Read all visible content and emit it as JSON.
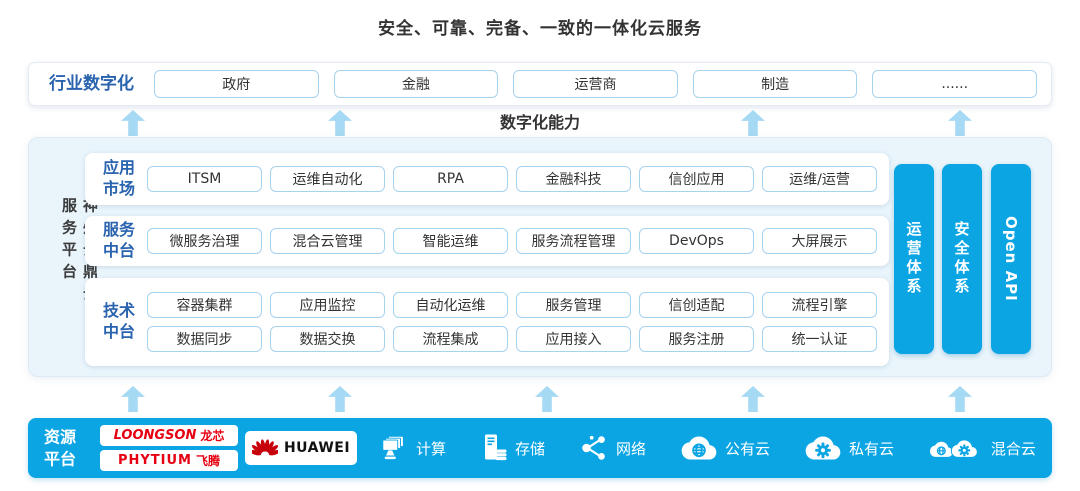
{
  "title": "安全、可靠、完备、一致的一体化云服务",
  "industry_row": {
    "label": "行业数字化",
    "items": [
      "政府",
      "金融",
      "运营商",
      "制造",
      "......"
    ]
  },
  "digital_capability_label": "数字化能力",
  "platform": {
    "side_label": "神州云鼎云服务平台",
    "rows": [
      {
        "label_lines": [
          "应用",
          "市场"
        ],
        "item_rows": [
          [
            "ITSM",
            "运维自动化",
            "RPA",
            "金融科技",
            "信创应用",
            "运维/运营"
          ]
        ]
      },
      {
        "label_lines": [
          "服务",
          "中台"
        ],
        "item_rows": [
          [
            "微服务治理",
            "混合云管理",
            "智能运维",
            "服务流程管理",
            "DevOps",
            "大屏展示"
          ]
        ]
      },
      {
        "label_lines": [
          "技术",
          "中台"
        ],
        "item_rows": [
          [
            "容器集群",
            "应用监控",
            "自动化运维",
            "服务管理",
            "信创适配",
            "流程引擎"
          ],
          [
            "数据同步",
            "数据交换",
            "流程集成",
            "应用接入",
            "服务注册",
            "统一认证"
          ]
        ]
      }
    ],
    "pillars": [
      "运营体系",
      "安全体系",
      "Open API"
    ]
  },
  "resource_platform": {
    "label_lines": [
      "资源",
      "平台"
    ],
    "vendors": [
      {
        "brand": "LOONGSON",
        "suffix": "龙芯"
      },
      {
        "brand": "PHYTIUM",
        "suffix": "飞腾"
      },
      {
        "brand": "HUAWEI",
        "suffix": ""
      }
    ],
    "resources": [
      {
        "icon": "compute-icon",
        "label": "计算"
      },
      {
        "icon": "storage-icon",
        "label": "存储"
      },
      {
        "icon": "network-icon",
        "label": "网络"
      },
      {
        "icon": "public-cloud-icon",
        "label": "公有云"
      },
      {
        "icon": "private-cloud-icon",
        "label": "私有云"
      },
      {
        "icon": "hybrid-cloud-icon",
        "label": "混合云"
      }
    ]
  },
  "colors": {
    "accent_blue": "#0ba5e4",
    "arrow_blue": "#a6d9f3",
    "panel_bg": "#e9f4fb",
    "box_border": "#a6d3ef",
    "label_blue": "#2a63ae",
    "logo_red": "#e60012",
    "huawei_red": "#c7000b",
    "text_dark": "#333333"
  }
}
